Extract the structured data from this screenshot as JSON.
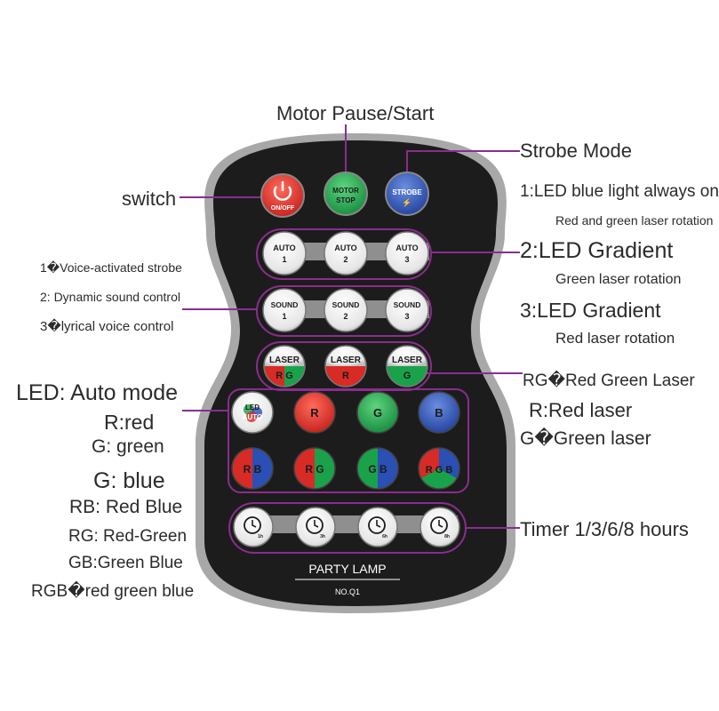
{
  "colors": {
    "remote_body": "#1c1c1c",
    "remote_outline": "#9a9a9a",
    "leader": "#8a2d8e",
    "red": "#d82b26",
    "green": "#1aa24a",
    "blue": "#2a4fb5",
    "white_button": "#f3f3f3"
  },
  "top_buttons": {
    "power": {
      "line1": "ON/OFF"
    },
    "motor": {
      "line1": "MOTOR",
      "line2": "STOP"
    },
    "strobe": {
      "line1": "STROBE",
      "line2": "⚡"
    }
  },
  "auto_buttons": [
    {
      "line1": "AUTO",
      "line2": "1"
    },
    {
      "line1": "AUTO",
      "line2": "2"
    },
    {
      "line1": "AUTO",
      "line2": "3"
    }
  ],
  "sound_buttons": [
    {
      "line1": "SOUND",
      "line2": "1"
    },
    {
      "line1": "SOUND",
      "line2": "2"
    },
    {
      "line1": "SOUND",
      "line2": "3"
    }
  ],
  "laser_buttons": [
    {
      "line1": "LASER",
      "line2": "R G"
    },
    {
      "line1": "LASER",
      "line2": "R"
    },
    {
      "line1": "LASER",
      "line2": "G"
    }
  ],
  "led_buttons": {
    "auto": {
      "line1": "LED",
      "line2": "AUTO"
    },
    "row1": [
      "R",
      "G",
      "B"
    ],
    "row2": [
      "R B",
      "R G",
      "G B",
      "R G B"
    ]
  },
  "timer_buttons": [
    "1h",
    "3h",
    "6h",
    "8h"
  ],
  "remote_labels": {
    "brand": "PARTY LAMP",
    "model": "NO.Q1"
  },
  "annotations": {
    "motor_pause": "Motor Pause/Start",
    "switch": "switch",
    "strobe_mode": "Strobe Mode",
    "strobe_1": "1:LED blue light always on",
    "strobe_1b": "Red and green laser rotation",
    "strobe_2": "2:LED Gradient",
    "strobe_2b": "Green laser rotation",
    "strobe_3": "3:LED Gradient",
    "strobe_3b": "Red laser rotation",
    "sound_1": "1�Voice-activated strobe",
    "sound_2": "2: Dynamic sound control",
    "sound_3": "3�lyrical voice control",
    "laser_rg": "RG�Red Green Laser",
    "laser_r": "R:Red laser",
    "laser_g": "G�Green laser",
    "led_auto": "LED: Auto mode",
    "led_r": "R:red",
    "led_g": "G: green",
    "led_b": "G: blue",
    "led_rb": "RB: Red Blue",
    "led_rg": "RG: Red-Green",
    "led_gb": "GB:Green Blue",
    "led_rgb": "RGB�red green blue",
    "timer": "Timer 1/3/6/8 hours"
  }
}
